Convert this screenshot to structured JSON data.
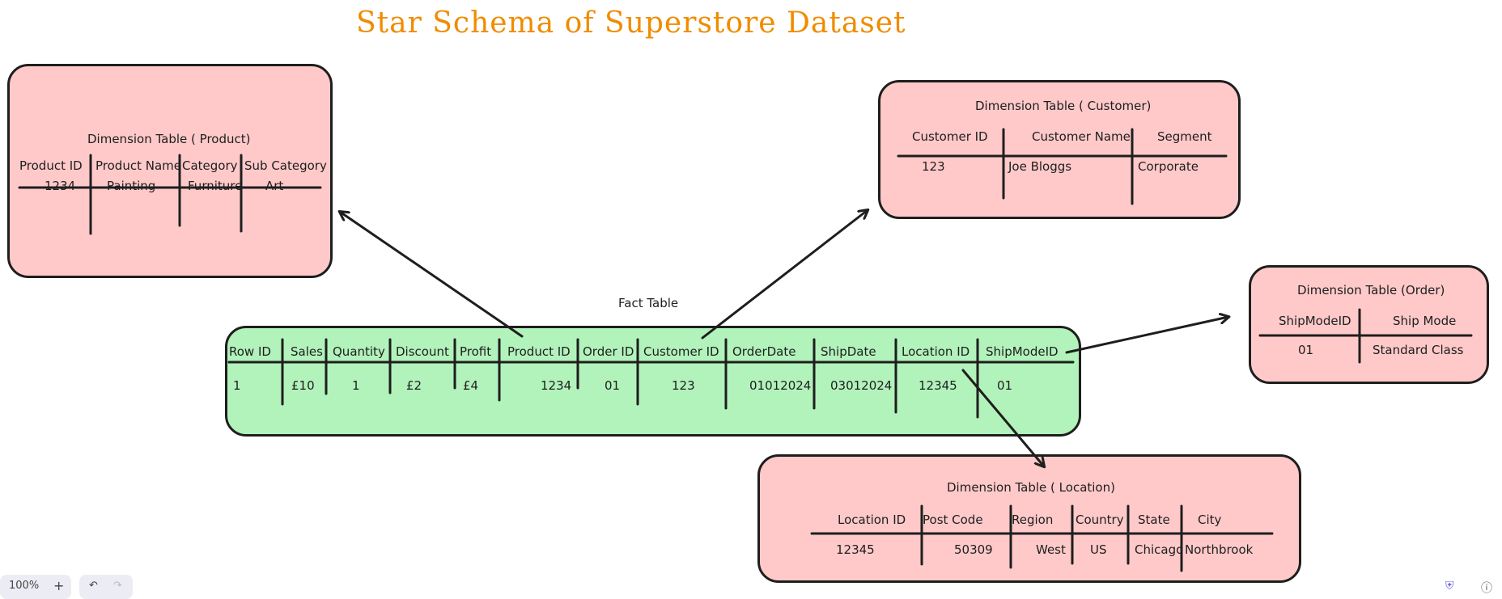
{
  "title": "Star Schema of Superstore Dataset",
  "colors": {
    "title": "#f08c00",
    "dimension_fill": "#ffc9c9",
    "fact_fill": "#b2f2bb",
    "stroke": "#1e1e1e"
  },
  "fact": {
    "caption": "Fact Table",
    "headers": [
      "Row ID",
      "Sales",
      "Quantity",
      "Discount",
      "Profit",
      "Product ID",
      "Order ID",
      "Customer ID",
      "OrderDate",
      "ShipDate",
      "Location ID",
      "ShipModeID"
    ],
    "values": [
      "1",
      "£10",
      "1",
      "£2",
      "£4",
      "1234",
      "01",
      "123",
      "01012024",
      "03012024",
      "12345",
      "01"
    ]
  },
  "product": {
    "caption": "Dimension Table ( Product)",
    "headers": [
      "Product ID",
      "Product Name",
      "Category",
      "Sub Category"
    ],
    "values": [
      "1234",
      "Painting",
      "Furniture",
      "Art"
    ]
  },
  "customer": {
    "caption": "Dimension Table ( Customer)",
    "headers": [
      "Customer ID",
      "Customer Name",
      "Segment"
    ],
    "values": [
      "123",
      "Joe Bloggs",
      "Corporate"
    ]
  },
  "order": {
    "caption": "Dimension Table (Order)",
    "headers": [
      "ShipModeID",
      "Ship Mode"
    ],
    "values": [
      "01",
      "Standard Class"
    ]
  },
  "location": {
    "caption": "Dimension Table ( Location)",
    "headers": [
      "Location ID",
      "Post Code",
      "Region",
      "Country",
      "State",
      "City"
    ],
    "values": [
      "12345",
      "50309",
      "West",
      "US",
      "Chicago",
      "Northbrook"
    ]
  },
  "toolbar": {
    "zoom": "100%",
    "zoom_in": "+",
    "undo_icon": "undo-icon",
    "redo_icon": "redo-icon"
  },
  "icons": {
    "shield": "shield-icon",
    "help": "help-icon"
  }
}
